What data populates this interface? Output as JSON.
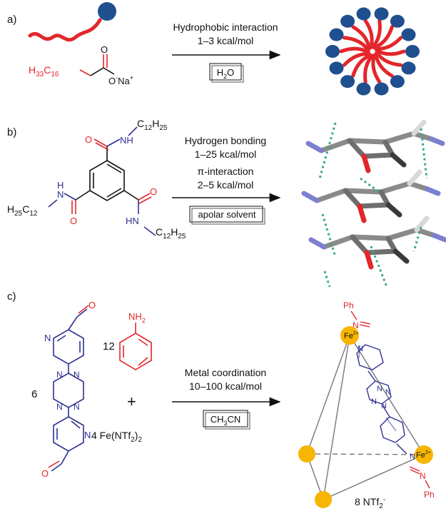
{
  "colors": {
    "red": "#e3262b",
    "navy": "#2e3192",
    "blue_sphere": "#1f4f8f",
    "gold": "#f7b500",
    "gray": "#6b6b6b",
    "teal": "#3aa88a",
    "black": "#111111"
  },
  "panel_a": {
    "label": "a)",
    "formula": {
      "h": "H",
      "h_sub": "33",
      "c": "C",
      "c_sub": "16",
      "o_top": "O",
      "o_minus": "O",
      "minus": "-",
      "na": "Na",
      "plus": "+"
    },
    "arrow_top_1": "Hydrophobic interaction",
    "arrow_top_2": "1–3 kcal/mol",
    "solvent": {
      "main": "H",
      "sub": "2",
      "tail": "O"
    }
  },
  "panel_b": {
    "label": "b)",
    "nh_top": "NH",
    "c12_top": "C",
    "c12_top_sub": "12",
    "c12_top_h": "H",
    "c12_top_hsub": "25",
    "left_h": "H",
    "left_h_sub": "25",
    "left_c": "C",
    "left_c_sub": "12",
    "left_n": "N",
    "left_nh_h": "H",
    "o_labels": [
      "O",
      "O",
      "O"
    ],
    "hn_right": "HN",
    "c12_right": "C",
    "c12_right_sub": "12",
    "c12_right_h": "H",
    "c12_right_hsub": "25",
    "arrow_top_1": "Hydrogen bonding",
    "arrow_top_2": "1–25 kcal/mol",
    "arrow_top_3": "π-interaction",
    "arrow_top_4": "2–5 kcal/mol",
    "solvent": "apolar solvent"
  },
  "panel_c": {
    "label": "c)",
    "coef_ligand": "6",
    "coef_aniline": "12",
    "nh2": "NH",
    "nh2_sub": "2",
    "plus_sign": "+",
    "iron_coef": "4 Fe(NTf",
    "iron_sub": "2",
    "iron_tail": ")",
    "iron_sub2": "2",
    "ring_n": "N",
    "tetrazine_n": [
      "N",
      "N",
      "N",
      "N"
    ],
    "aldehyde_o": [
      "O",
      "O"
    ],
    "arrow_top_1": "Metal coordination",
    "arrow_top_2": "10–100 kcal/mol",
    "solvent": {
      "a": "CH",
      "a_sub": "3",
      "b": "CN"
    },
    "product": {
      "ph_top": "Ph",
      "n_top": "N",
      "fe_top": "Fe",
      "fe_top_charge": "2+",
      "fe_right": "Fe",
      "fe_right_charge": "2+",
      "n_bottom": "N",
      "ph_bottom": "Ph",
      "ring_n": [
        "N",
        "N"
      ],
      "tetrazine_n": [
        "N",
        "N",
        "N",
        "N"
      ],
      "counterion": "8 NTf",
      "counterion_sub": "2",
      "counterion_charge": "-"
    }
  }
}
